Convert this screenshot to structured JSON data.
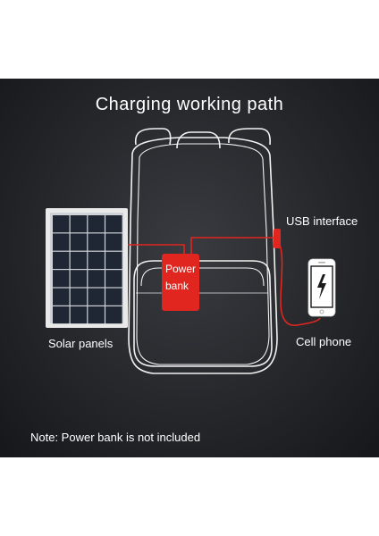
{
  "title": "Charging working path",
  "labels": {
    "usb_interface": "USB interface",
    "power_bank_line1": "Power",
    "power_bank_line2": "bank",
    "solar_panels": "Solar panels",
    "cell_phone": "Cell phone"
  },
  "note": "Note: Power bank is not included",
  "colors": {
    "background": "#26272b",
    "outline": "#f2f2f2",
    "cable": "#e0261f",
    "power_bank": "#e0261f",
    "solar_cell": "#1f2734"
  },
  "icons": [
    "backpack-outline",
    "solar-panel",
    "power-bank",
    "usb-port",
    "smartphone",
    "lightning-bolt-icon"
  ]
}
